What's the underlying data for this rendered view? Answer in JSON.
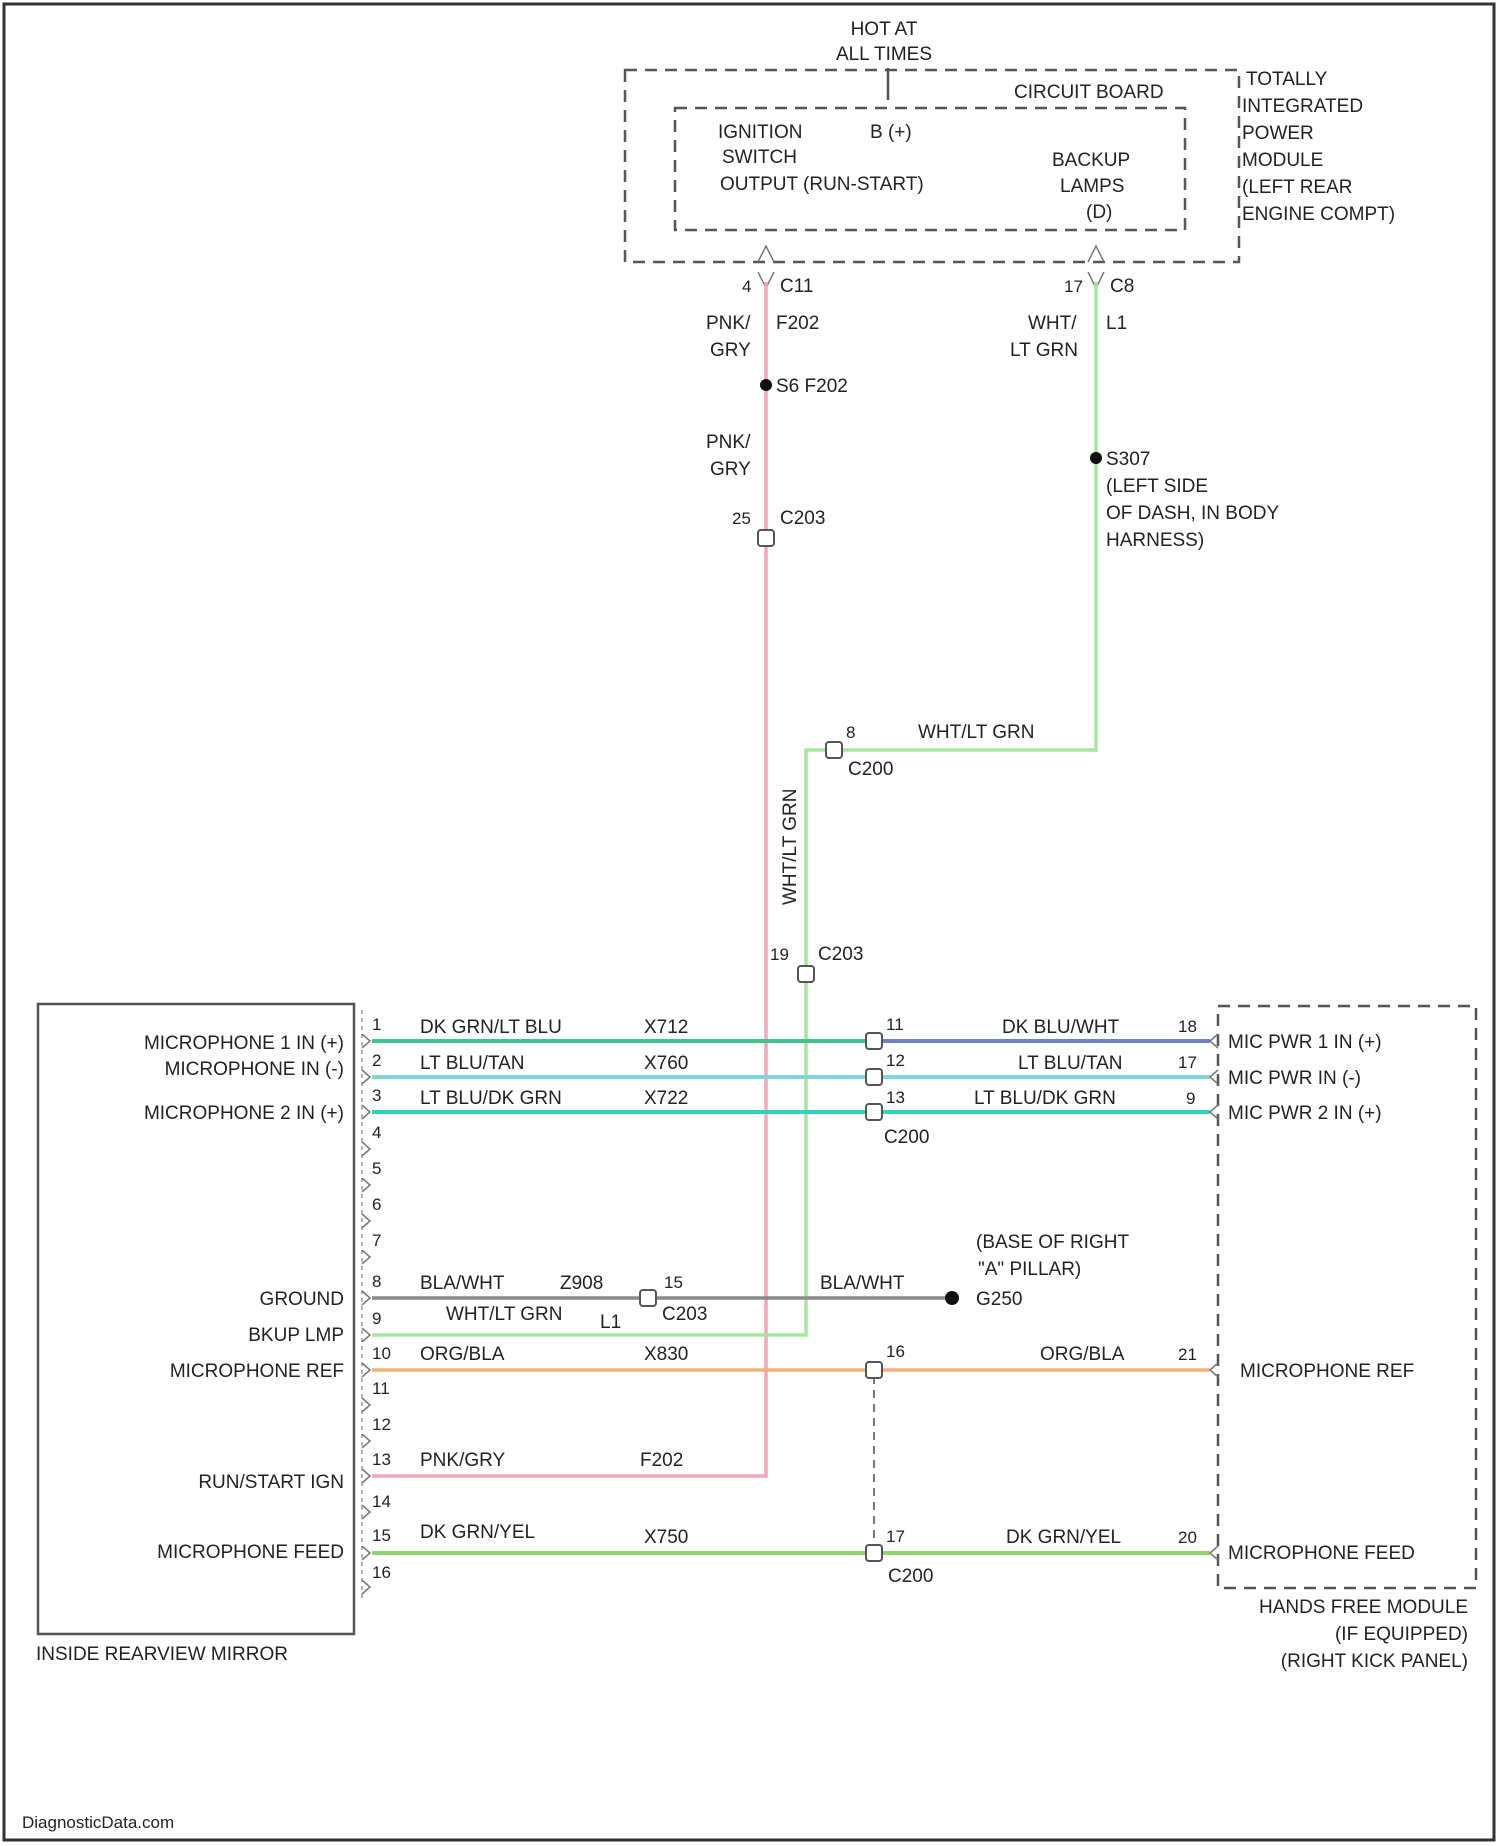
{
  "colors": {
    "pnk_gry": "#f2a6b8",
    "wht_lt_grn": "#a8e6a0",
    "dk_grn_lt_blu": "#3fc48a",
    "dk_blu_wht": "#6f7fc8",
    "lt_blu_tan": "#7fd6d9",
    "lt_blu_dk_grn": "#2fd1c0",
    "bla_wht": "#8a8a8a",
    "org_bla": "#f2b27a",
    "dk_grn_yel": "#8fd66a"
  },
  "top": {
    "hot_line1": "HOT AT",
    "hot_line2": "ALL TIMES",
    "circuit_board": "CIRCUIT BOARD",
    "ign_line1": "IGNITION",
    "ign_line2": "SWITCH",
    "ign_line3": "OUTPUT (RUN-START)",
    "bplus": "B (+)",
    "backup_line1": "BACKUP",
    "backup_line2": "LAMPS",
    "backup_line3": "(D)",
    "tipm_line1": "TOTALLY",
    "tipm_line2": "INTEGRATED",
    "tipm_line3": "POWER",
    "tipm_line4": "MODULE",
    "tipm_line5": "(LEFT REAR",
    "tipm_line6": "ENGINE COMPT)"
  },
  "wiring": {
    "c11_pin": "4",
    "c11": "C11",
    "c8_pin": "17",
    "c8": "C8",
    "pnk1": "PNK/",
    "gry1": "GRY",
    "f202_a": "F202",
    "splice_f202": "S6 F202",
    "pnk2": "PNK/",
    "gry2": "GRY",
    "c203_pin_a": "25",
    "c203_a": "C203",
    "wht1": "WHT/",
    "ltgrn1": "LT GRN",
    "l1_a": "L1",
    "s307": "S307",
    "s307_line1": "(LEFT SIDE",
    "s307_line2": "OF DASH, IN BODY",
    "s307_line3": "HARNESS)",
    "c200_pin_a": "8",
    "c200_a": "C200",
    "wht_ltgrn_h": "WHT/LT GRN",
    "wht_ltgrn_v": "WHT/LT GRN",
    "c203_pin_b": "19",
    "c203_b": "C203"
  },
  "left_module": {
    "name": "INSIDE REARVIEW MIRROR",
    "labels": {
      "mic1": "MICROPHONE 1 IN (+)",
      "micin": "MICROPHONE IN (-)",
      "mic2": "MICROPHONE 2 IN (+)",
      "ground": "GROUND",
      "bkup": "BKUP LMP",
      "micref": "MICROPHONE REF",
      "runstart": "RUN/START IGN",
      "micfeed": "MICROPHONE FEED"
    },
    "pins": [
      "1",
      "2",
      "3",
      "4",
      "5",
      "6",
      "7",
      "8",
      "9",
      "10",
      "11",
      "12",
      "13",
      "14",
      "15",
      "16"
    ]
  },
  "wires": {
    "w1_color": "DK GRN/LT BLU",
    "w1_circuit": "X712",
    "w2_color": "LT BLU/TAN",
    "w2_circuit": "X760",
    "w3_color": "LT BLU/DK GRN",
    "w3_circuit": "X722",
    "w8_color": "BLA/WHT",
    "w8_circuit": "Z908",
    "w9_color": "WHT/LT GRN",
    "w9_circuit": "L1",
    "w10_color": "ORG/BLA",
    "w10_circuit": "X830",
    "w13_color": "PNK/GRY",
    "w13_circuit": "F202",
    "w15_color": "DK GRN/YEL",
    "w15_circuit": "X750",
    "r1_color": "DK BLU/WHT",
    "r2_color": "LT BLU/TAN",
    "r3_color": "LT BLU/DK GRN",
    "r8_color": "BLA/WHT",
    "r10_color": "ORG/BLA",
    "r15_color": "DK GRN/YEL"
  },
  "connectors": {
    "c200_p11": "11",
    "c200_p12": "12",
    "c200_p13": "13",
    "c200_b": "C200",
    "c203_p15": "15",
    "c203_c": "C203",
    "c200_p16": "16",
    "c200_p17": "17",
    "c200_c": "C200"
  },
  "ground": {
    "name": "G250",
    "line1": "(BASE OF RIGHT",
    "line2": "\"A\" PILLAR)"
  },
  "right_module": {
    "labels": {
      "p1": "MIC PWR 1 IN (+)",
      "pin": "MIC PWR IN (-)",
      "p2": "MIC PWR 2 IN (+)",
      "ref": "MICROPHONE REF",
      "feed": "MICROPHONE FEED"
    },
    "pins": {
      "p18": "18",
      "p17": "17",
      "p9": "9",
      "p21": "21",
      "p20": "20"
    },
    "name_line1": "HANDS FREE MODULE",
    "name_line2": "(IF EQUIPPED)",
    "name_line3": "(RIGHT KICK PANEL)"
  },
  "footer": {
    "source": "DiagnosticData.com"
  }
}
